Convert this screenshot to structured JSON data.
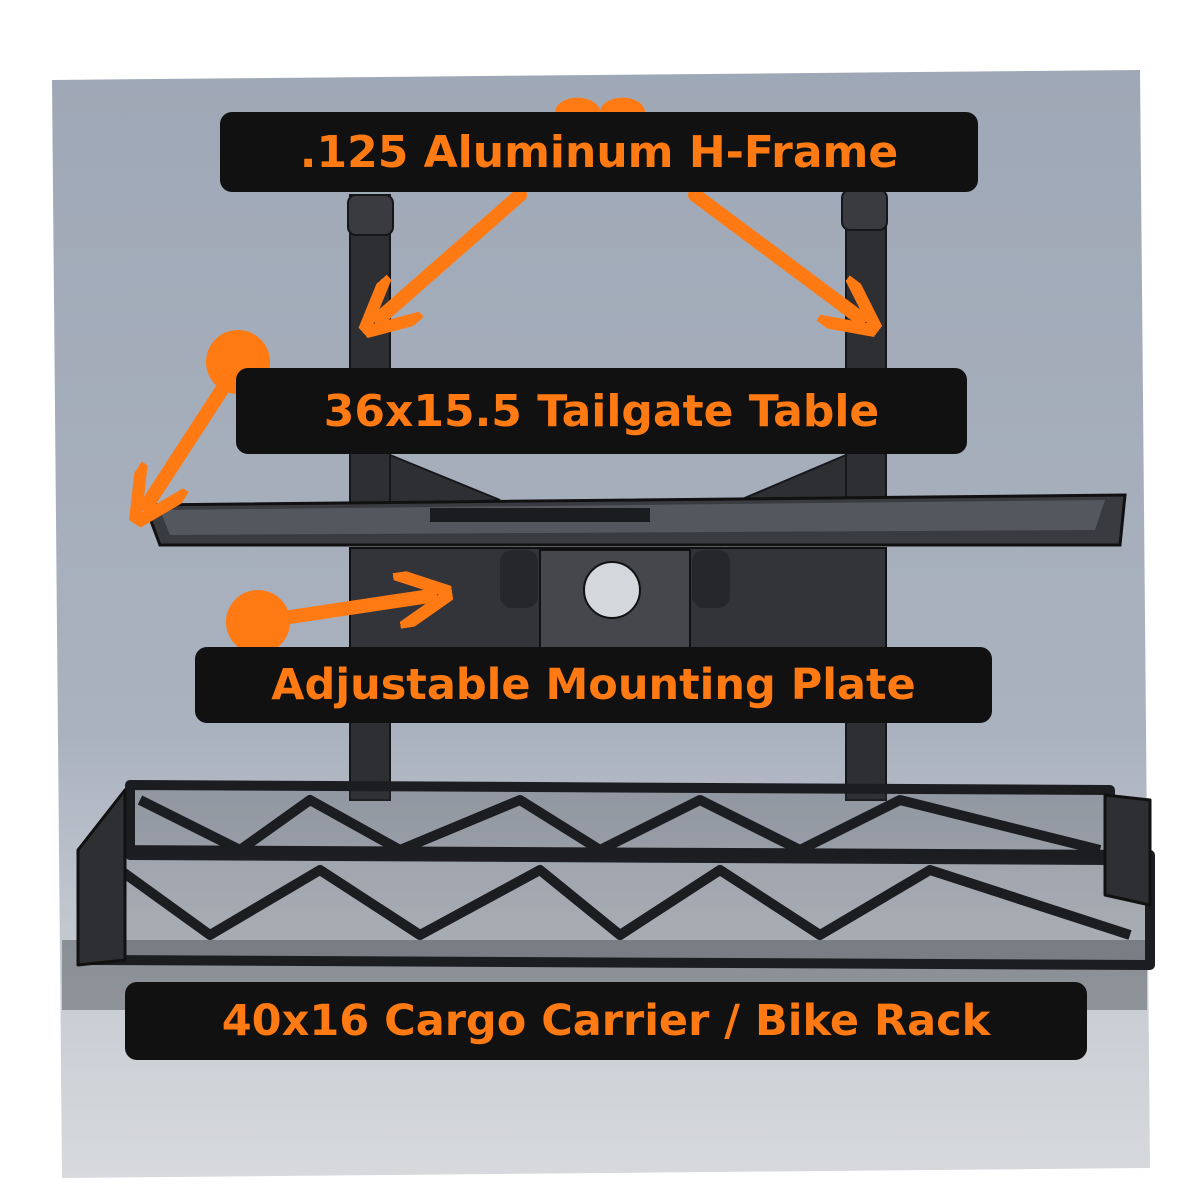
{
  "labels": {
    "frame": ".125 Aluminum H-Frame",
    "table": "36x15.5 Tailgate Table",
    "plate": "Adjustable Mounting Plate",
    "carrier": "40x16 Cargo Carrier / Bike Rack"
  },
  "colors": {
    "accent": "#ff7a12",
    "label_bg": "#111111",
    "backdrop": "#a3acb9",
    "frame_metal": "#2e2f33"
  }
}
